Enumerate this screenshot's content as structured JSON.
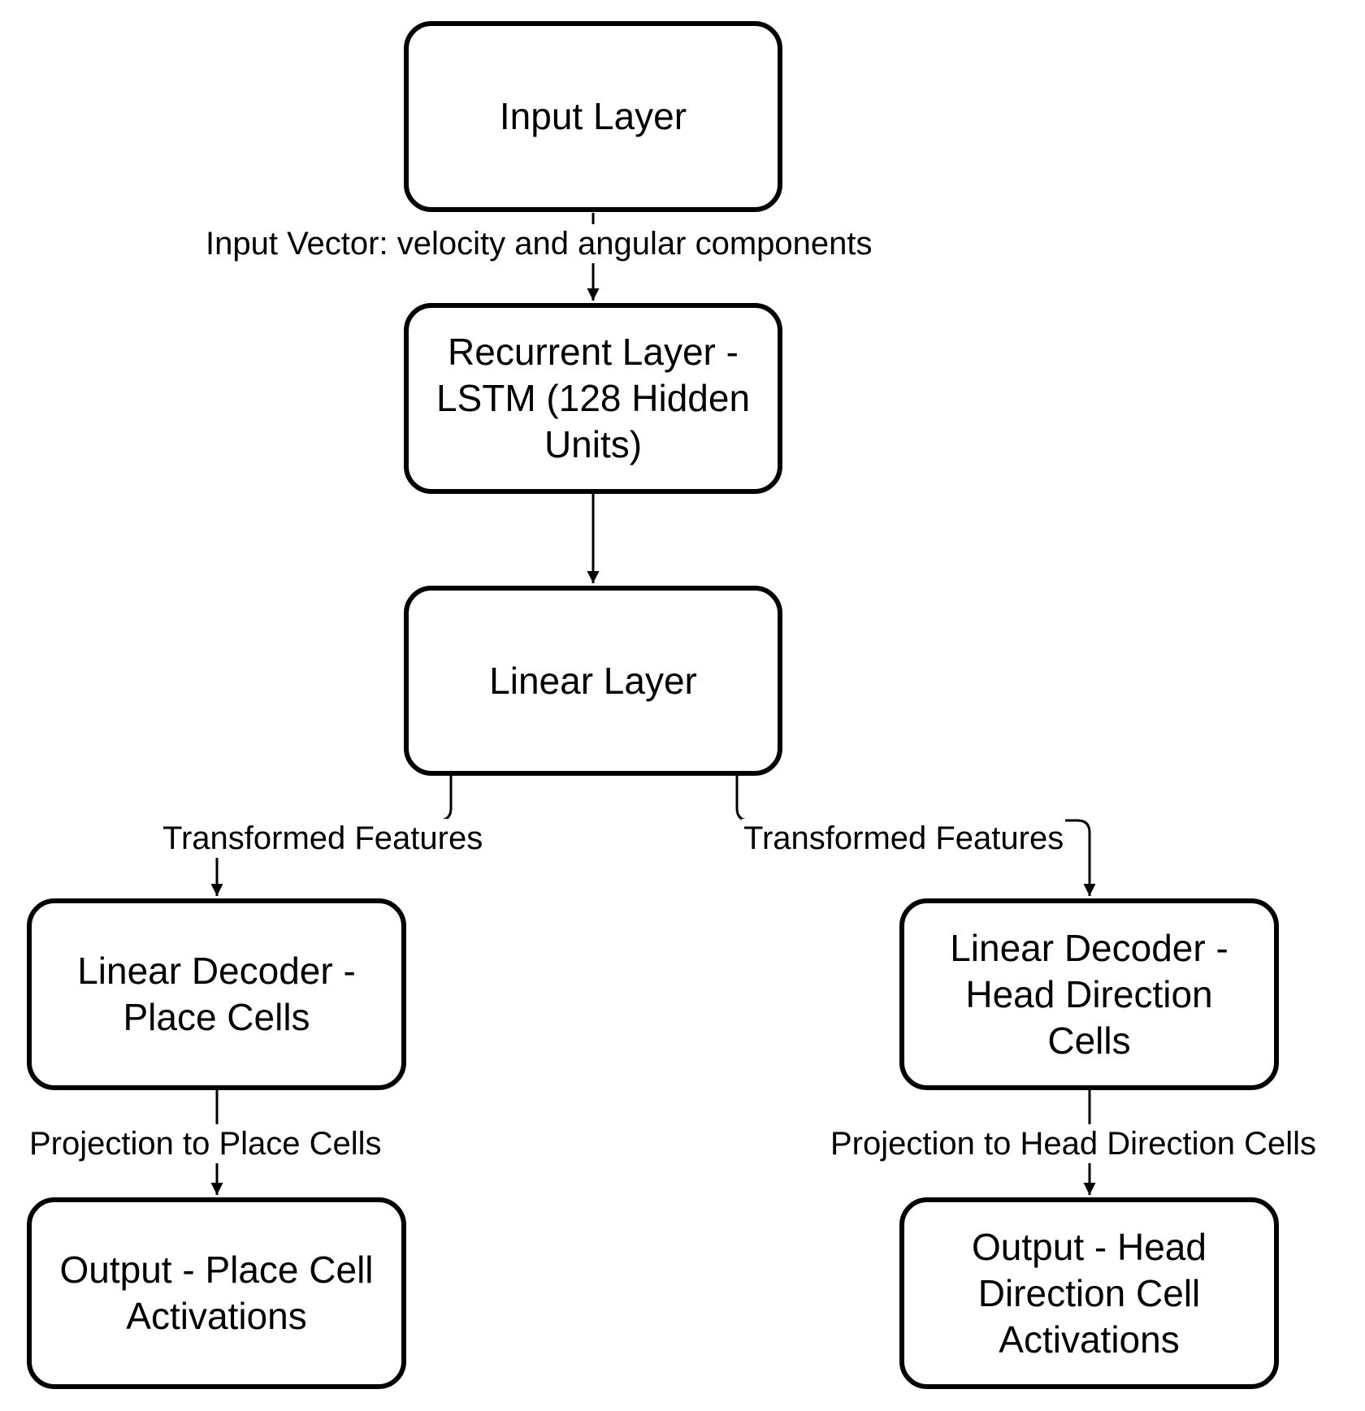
{
  "diagram": {
    "nodes": {
      "input": "Input Layer",
      "recurrent": "Recurrent Layer - LSTM (128 Hidden Units)",
      "linear": "Linear Layer",
      "decoder_place": "Linear Decoder - Place Cells",
      "decoder_head": "Linear Decoder - Head Direction Cells",
      "output_place": "Output - Place Cell Activations",
      "output_head": "Output - Head Direction Cell Activations"
    },
    "edges": {
      "input_to_recurrent": "Input Vector: velocity and angular components",
      "linear_to_place": "Transformed Features",
      "linear_to_head": "Transformed Features",
      "place_projection": "Projection to Place Cells",
      "head_projection": "Projection to Head Direction Cells"
    },
    "colors": {
      "stroke": "#000000",
      "fill": "#ffffff"
    }
  }
}
